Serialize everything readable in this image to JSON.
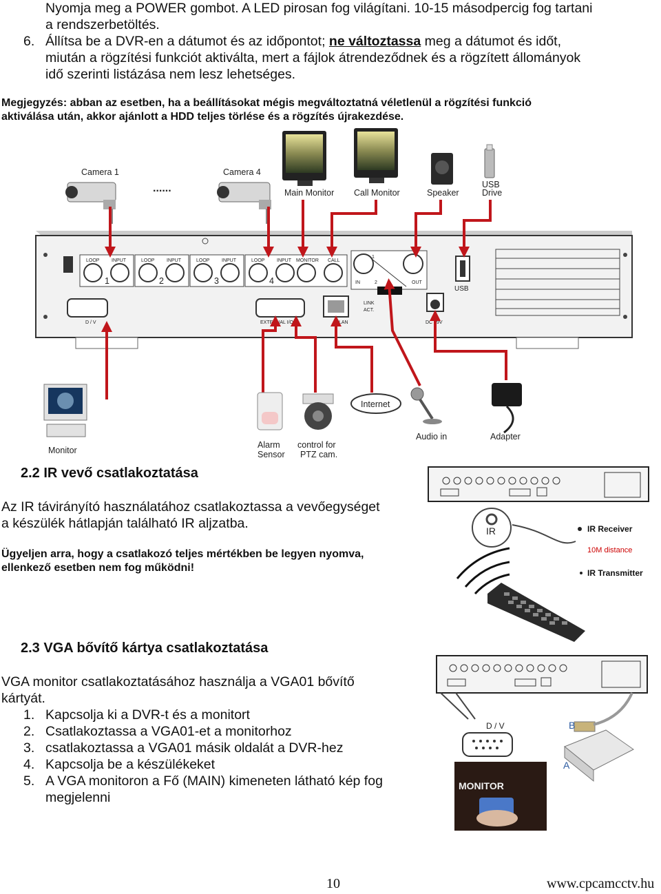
{
  "intro": {
    "item5_line1": "Nyomja meg a POWER gombot. A LED pirosan fog világítani. 10-15 másodpercig fog tartani",
    "item5_line2": "a rendszerbetöltés.",
    "item6_number": "6.",
    "item6_line1_a": "Állítsa be a DVR-en a dátumot és az időpontot; ",
    "item6_line1_emph": "ne változtassa",
    "item6_line1_b": " meg a dátumot és időt,",
    "item6_line2": "miután a rögzítési funkciót aktiválta, mert a fájlok átrendeződnek és a rögzített állományok",
    "item6_line3": "idő szerinti listázása nem lesz lehetséges."
  },
  "note": {
    "line1": "Megjegyzés: abban az esetben, ha a beállításokat mégis megváltoztatná véletlenül a rögzítési funkció",
    "line2": "aktiválása után, akkor ajánlott a HDD teljes törlése és a rögzítés újrakezdése."
  },
  "diagram": {
    "camera1": "Camera 1",
    "camera4": "Camera  4",
    "dots": "......",
    "main_monitor": "Main Monitor",
    "call_monitor": "Call Monitor",
    "speaker": "Speaker",
    "usb_drive_1": "USB",
    "usb_drive_2": "Drive",
    "monitor": "Monitor",
    "alarm_sensor_1": "Alarm",
    "alarm_sensor_2": "Sensor",
    "ptz_1": "control for",
    "ptz_2": "PTZ cam.",
    "internet": "Internet",
    "audio_in": "Audio in",
    "adapter": "Adapter",
    "panel": {
      "loop": "LOOP",
      "input": "INPUT",
      "monitor": "MONITOR",
      "call": "CALL",
      "ch1": "1",
      "ch2": "2",
      "ch3": "3",
      "ch4": "4",
      "in": "IN",
      "out": "OUT",
      "audio1": "1",
      "audio2": "2",
      "usb": "USB",
      "dv": "D / V",
      "external_io": "EXTERNAL I/O",
      "lan": "LAN",
      "link": "LINK",
      "act": "ACT.",
      "dc": "DC 19V"
    }
  },
  "ir_section": {
    "heading": "2.2 IR vevő csatlakoztatása",
    "body_line1": "Az IR távirányító használatához csatlakoztassa a vevőegységet",
    "body_line2": "a készülék hátlapján található IR aljzatba.",
    "warn_line1": "Ügyeljen arra, hogy a csatlakozó teljes mértékben be legyen nyomva,",
    "warn_line2": "ellenkező esetben nem fog működni!",
    "fig_ir": "IR",
    "fig_receiver": "IR Receiver",
    "fig_distance": "10M distance",
    "fig_transmitter": "IR Transmitter"
  },
  "vga_section": {
    "heading": "2.3 VGA bővítő kártya csatlakoztatása",
    "intro_line1": "VGA monitor csatlakoztatásához használja a VGA01 bővítő",
    "intro_line2": "kártyát.",
    "steps": [
      {
        "num": "1.",
        "text": "Kapcsolja ki a DVR-t és a monitort"
      },
      {
        "num": "2.",
        "text": "Csatlakoztassa a VGA01-et a monitorhoz"
      },
      {
        "num": "3.",
        "text": "csatlakoztassa a VGA01 másik oldalát a DVR-hez"
      },
      {
        "num": "4.",
        "text": "Kapcsolja be a készülékeket"
      },
      {
        "num": "5.",
        "text": "A VGA monitoron a Fő (MAIN) kimeneten látható kép fog"
      }
    ],
    "step5_cont": "megjelenni",
    "fig_dv": "D / V",
    "fig_b": "B",
    "fig_a": "A",
    "fig_monitor": "MONITOR"
  },
  "footer": {
    "page_number": "10",
    "url": "www.cpcamcctv.hu"
  },
  "colors": {
    "arrow_red": "#c0161b",
    "text": "#111111",
    "note_red": "#cc0000"
  }
}
